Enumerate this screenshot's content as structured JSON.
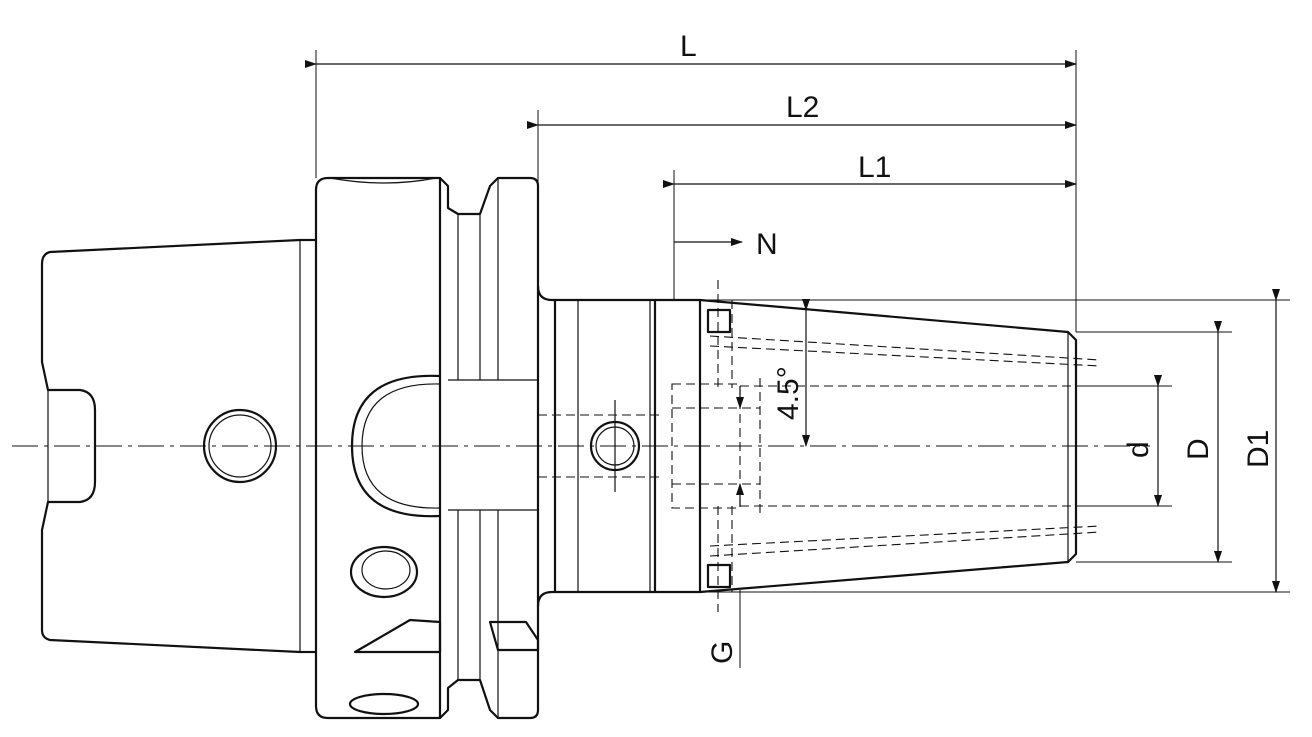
{
  "dimensions": {
    "L": "L",
    "L2": "L2",
    "L1": "L1",
    "N": "N",
    "angle": "4.5°",
    "d": "d",
    "D": "D",
    "D1": "D1",
    "G": "G"
  }
}
